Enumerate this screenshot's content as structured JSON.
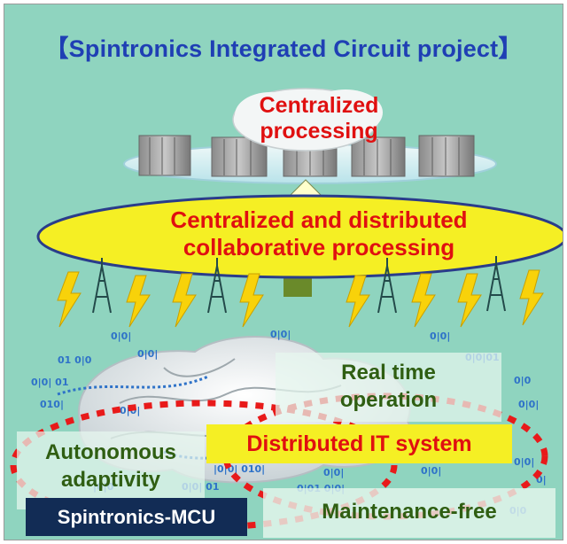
{
  "title": "【Spintronics Integrated Circuit project】",
  "labels": {
    "centralized": [
      "Centralized",
      "processing"
    ],
    "collaborative": [
      "Centralized and distributed",
      "collaborative processing"
    ],
    "realtime": [
      "Real time",
      "operation"
    ],
    "autonomous": [
      "Autonomous",
      "adaptivity"
    ],
    "distributed": "Distributed IT system",
    "mcu": "Spintronics-MCU",
    "maintenance": "Maintenance-free"
  },
  "colors": {
    "background": "#8fd4bf",
    "title": "#1f3fb4",
    "red_text": "#e01010",
    "green_text": "#2f5e12",
    "ellipse": "#f5ef24",
    "mcu_box": "#122c55"
  }
}
